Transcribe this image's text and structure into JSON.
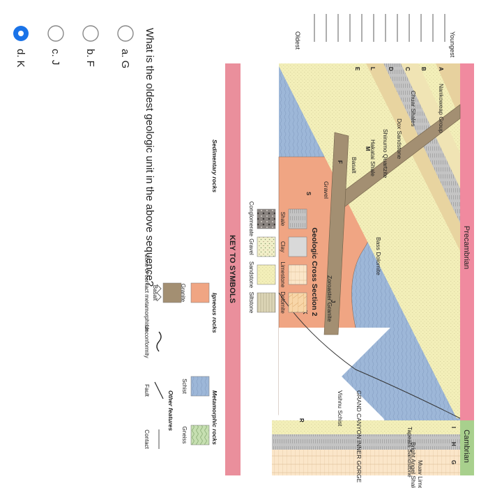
{
  "question": "What is the oldest geologic unit in the above sequence?",
  "choices": [
    {
      "letter": "a.",
      "value": "G",
      "selected": false
    },
    {
      "letter": "b.",
      "value": "F",
      "selected": false
    },
    {
      "letter": "c.",
      "value": "J",
      "selected": false
    },
    {
      "letter": "d.",
      "value": "K",
      "selected": true
    }
  ],
  "diagram": {
    "title": "Geologic Cross Section 2",
    "era_headers": [
      "Precambrian",
      "Cambrian"
    ],
    "units": [
      {
        "letter": "G",
        "name": "Muav Limestone"
      },
      {
        "letter": "H",
        "name": "Bright Angel Shale"
      },
      {
        "letter": "I",
        "name": "Tapeats Sandstone"
      },
      {
        "letter": "A",
        "name": "Nankoweap Group"
      },
      {
        "letter": "B",
        "name": "Chuar Shales"
      },
      {
        "letter": "C",
        "name": "Dox Sandstone"
      },
      {
        "letter": "D",
        "name": "Shinumo Quartzite"
      },
      {
        "letter": "L",
        "name": "Hakatai Shale"
      },
      {
        "letter": "E",
        "name": "Bass Dolomite"
      },
      {
        "letter": "M",
        "name": ""
      },
      {
        "letter": "F",
        "name": "Basalt"
      },
      {
        "letter": "S",
        "name": "Gravel"
      },
      {
        "letter": "J",
        "name": "Zoroaster Granite"
      },
      {
        "letter": "K",
        "name": "Vishnu Schist"
      },
      {
        "letter": "R",
        "name": ""
      }
    ],
    "gorge_label": "GRAND CANYON INNER GORGE",
    "age_scale": {
      "youngest": "Youngest",
      "oldest": "Oldest",
      "blank_lines": 12
    }
  },
  "key": {
    "title": "KEY TO SYMBOLS",
    "categories": {
      "sedimentary": "Sedimentary rocks",
      "igneous": "Igneous rocks",
      "metamorphic": "Metamorphic rocks",
      "other": "Other features"
    },
    "sedimentary": [
      "Conglomerate",
      "Gravel",
      "Sandstone",
      "Siltstone",
      "Shale",
      "Clay",
      "Limestone",
      "Dolomite"
    ],
    "igneous": [
      "Granite",
      "Basalt"
    ],
    "metamorphic": [
      "Schist",
      "Gneiss"
    ],
    "other": [
      "Zone of contact metamorphism",
      "Unconformity",
      "Fault",
      "Contact"
    ]
  },
  "colors": {
    "accent": "#1a73e8",
    "precambrian": "#f08a9f",
    "cambrian": "#a8d08d",
    "key_header": "#ea8f9c",
    "schist": "#9db7d8",
    "granite": "#f0a583",
    "basalt": "#a38f72",
    "sandstone": "#f3efb9",
    "shale": "#c8c8c8",
    "limestone": "#fbe6c9",
    "dolomite": "#f8d6a8",
    "gneiss": "#c6dfb1"
  }
}
